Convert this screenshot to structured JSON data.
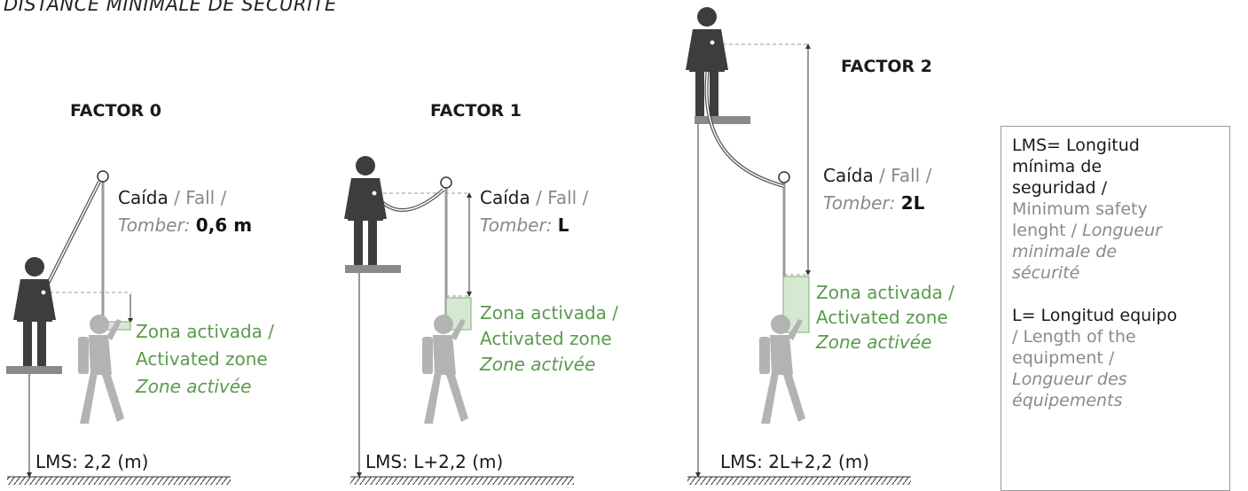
{
  "top_title": "DISTANCE MINIMALE DE SÉCURITÉ",
  "panels": [
    {
      "heading": "FACTOR 0",
      "fall_es": "Caída",
      "fall_sep1": " / ",
      "fall_en": "Fall",
      "fall_sep2": " /",
      "fall_fr": "Tomber:",
      "fall_value": "0,6 m",
      "zone_es": "Zona activada /",
      "zone_en": "Activated zone",
      "zone_fr": "Zone activée",
      "lms": "LMS: 2,2 (m)"
    },
    {
      "heading": "FACTOR 1",
      "fall_es": "Caída",
      "fall_sep1": " / ",
      "fall_en": "Fall",
      "fall_sep2": " /",
      "fall_fr": "Tomber:",
      "fall_value": "L",
      "zone_es": "Zona activada /",
      "zone_en": "Activated zone",
      "zone_fr": "Zone activée",
      "lms": "LMS: L+2,2 (m)"
    },
    {
      "heading": "FACTOR 2",
      "fall_es": "Caída",
      "fall_sep1": " / ",
      "fall_en": "Fall",
      "fall_sep2": " /",
      "fall_fr": "Tomber:",
      "fall_value": "2L",
      "zone_es": "Zona activada /",
      "zone_en": "Activated zone",
      "zone_fr": "Zone activée",
      "lms": "LMS: 2L+2,2 (m)"
    }
  ],
  "legend": {
    "lms_es_1": "LMS= Longitud",
    "lms_es_2": "mínima de",
    "lms_es_3": "seguridad /",
    "lms_en_1": "Minimum safety",
    "lms_en_2": "lenght /",
    "lms_fr_1": "Longueur",
    "lms_fr_2": "minimale de",
    "lms_fr_3": "sécurité",
    "l_es_1": "L= Longitud equipo",
    "l_en_1": "/ Length of the",
    "l_en_2": "equipment /",
    "l_fr_1": "Longueur des",
    "l_fr_2": "équipements"
  },
  "colors": {
    "figure": "#3d3d3d",
    "figure_falling": "#b3b3b3",
    "platform": "#8a8a8a",
    "zone_fill": "#d7e8d2",
    "zone_stroke": "#7fae74",
    "zone_text": "#5a9b4c"
  }
}
